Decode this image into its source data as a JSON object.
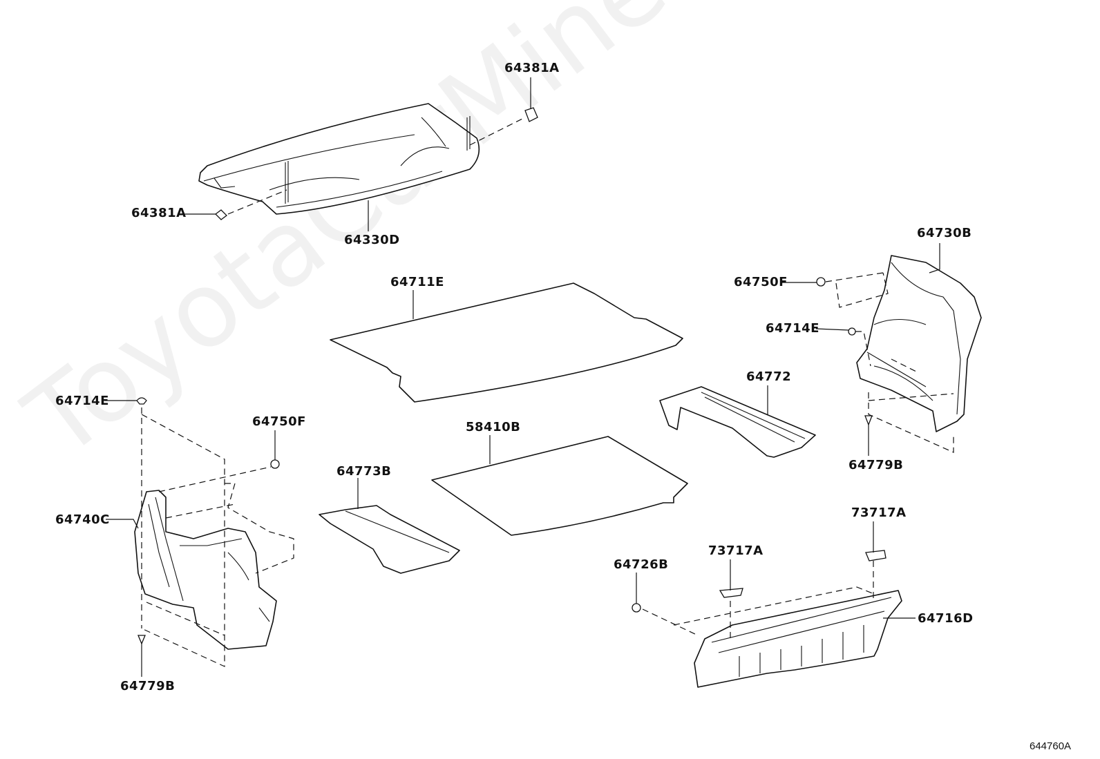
{
  "watermark": "ToyotaCarMine.ru",
  "figure_code": "644760A",
  "callouts": {
    "shelf_clip_top": "64381A",
    "shelf_clip_left": "64381A",
    "package_tray": "64330D",
    "floor_mat_upper": "64711E",
    "floor_board_lower": "58410B",
    "side_panel_right": "64730B",
    "clip_right_top": "64750F",
    "screw_right": "64714E",
    "spacer_right": "64772",
    "pin_right_bottom": "64779B",
    "screw_left_top": "64714E",
    "clip_left": "64750F",
    "side_panel_left": "64740C",
    "spacer_left": "64773B",
    "pin_left_bottom": "64779B",
    "clip_sill_left": "73717A",
    "clip_sill_right": "73717A",
    "bolt_sill": "64726B",
    "rear_sill_plate": "64716D"
  }
}
